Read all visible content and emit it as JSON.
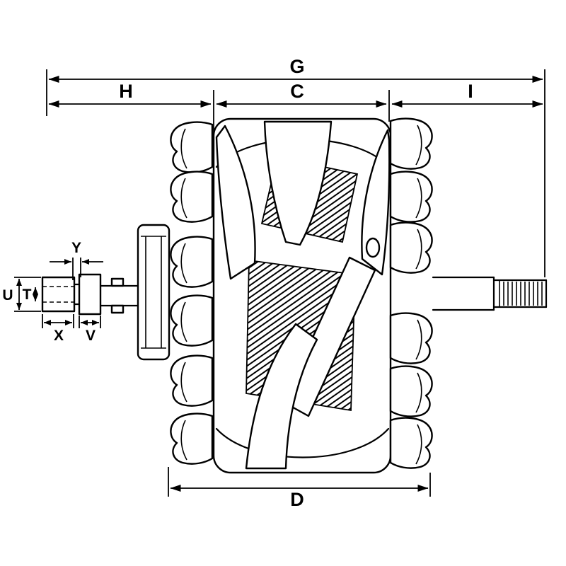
{
  "page": {
    "background": "#ffffff"
  },
  "drawing": {
    "stroke_color": "#000000",
    "labels": {
      "G": "G",
      "H": "H",
      "C": "C",
      "I": "I",
      "D": "D",
      "Y": "Y",
      "U": "U",
      "T": "T",
      "X": "X",
      "V": "V"
    }
  }
}
